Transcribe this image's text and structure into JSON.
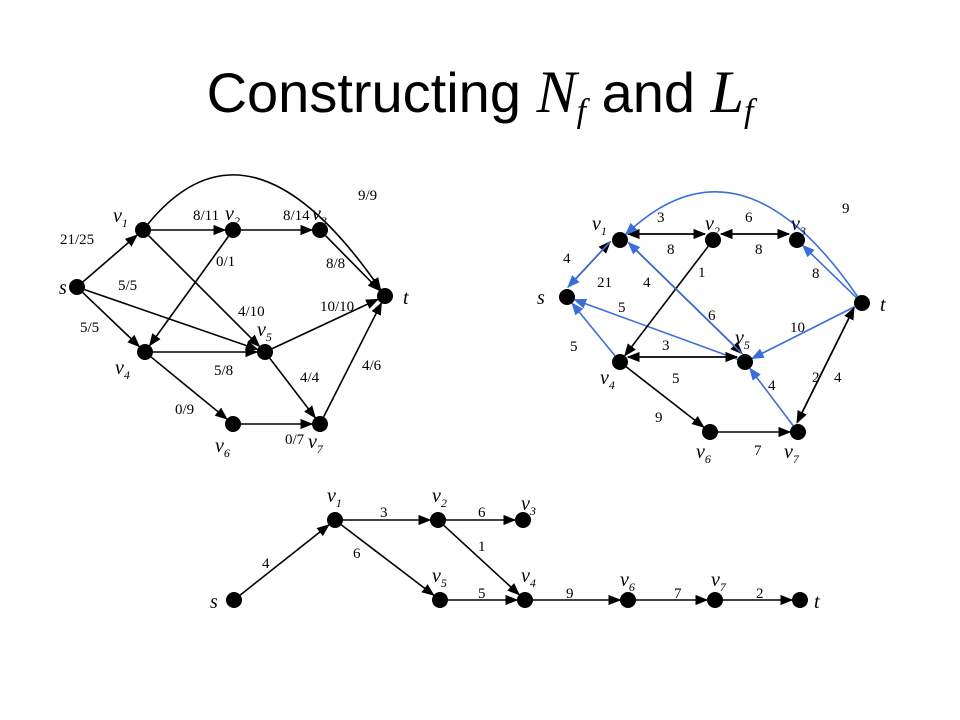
{
  "title": {
    "prefix": "Constructing ",
    "n": "N",
    "n_sub": "f",
    "mid": " and ",
    "l": "L",
    "l_sub": "f"
  },
  "graph_flow": {
    "nodes": [
      {
        "id": "s",
        "name": "s",
        "sub": ""
      },
      {
        "id": "v1",
        "name": "v",
        "sub": "1"
      },
      {
        "id": "v2",
        "name": "v",
        "sub": "2"
      },
      {
        "id": "v3",
        "name": "v",
        "sub": "3"
      },
      {
        "id": "v4",
        "name": "v",
        "sub": "4"
      },
      {
        "id": "v5",
        "name": "v",
        "sub": "5"
      },
      {
        "id": "v6",
        "name": "v",
        "sub": "6"
      },
      {
        "id": "v7",
        "name": "v",
        "sub": "7"
      },
      {
        "id": "t",
        "name": "t",
        "sub": ""
      }
    ],
    "edges": [
      {
        "from": "s",
        "to": "v1",
        "label": "21/25"
      },
      {
        "from": "s",
        "to": "v4",
        "label": "5/5"
      },
      {
        "from": "s",
        "to": "v5",
        "label": "5/5"
      },
      {
        "from": "v1",
        "to": "v2",
        "label": "8/11"
      },
      {
        "from": "v1",
        "to": "v5",
        "label": "4/10"
      },
      {
        "from": "v1",
        "to": "t",
        "label": "9/9"
      },
      {
        "from": "v2",
        "to": "v3",
        "label": "8/14"
      },
      {
        "from": "v2",
        "to": "v4",
        "label": "0/1"
      },
      {
        "from": "v3",
        "to": "t",
        "label": "8/8"
      },
      {
        "from": "v4",
        "to": "v5",
        "label": "5/8"
      },
      {
        "from": "v4",
        "to": "v6",
        "label": "0/9"
      },
      {
        "from": "v5",
        "to": "t",
        "label": "10/10"
      },
      {
        "from": "v5",
        "to": "v7",
        "label": "4/4"
      },
      {
        "from": "v6",
        "to": "v7",
        "label": "0/7"
      },
      {
        "from": "v7",
        "to": "t",
        "label": "4/6"
      }
    ]
  },
  "graph_residual": {
    "nodes": [
      {
        "id": "s",
        "name": "s",
        "sub": ""
      },
      {
        "id": "v1",
        "name": "v",
        "sub": "1"
      },
      {
        "id": "v2",
        "name": "v",
        "sub": "2"
      },
      {
        "id": "v3",
        "name": "v",
        "sub": "3"
      },
      {
        "id": "v4",
        "name": "v",
        "sub": "4"
      },
      {
        "id": "v5",
        "name": "v",
        "sub": "5"
      },
      {
        "id": "v6",
        "name": "v",
        "sub": "6"
      },
      {
        "id": "v7",
        "name": "v",
        "sub": "7"
      },
      {
        "id": "t",
        "name": "t",
        "sub": ""
      }
    ],
    "edges": [
      {
        "from": "s",
        "to": "v1",
        "label": "4",
        "color": "#000000"
      },
      {
        "from": "v1",
        "to": "s",
        "label": "21",
        "color": "#3a6fd8"
      },
      {
        "from": "v4",
        "to": "s",
        "label": "5",
        "color": "#3a6fd8"
      },
      {
        "from": "v5",
        "to": "s",
        "label": "5",
        "color": "#3a6fd8"
      },
      {
        "from": "v1",
        "to": "v2",
        "label": "3",
        "color": "#000000"
      },
      {
        "from": "v2",
        "to": "v1",
        "label": "8",
        "color": "#000000"
      },
      {
        "from": "v2",
        "to": "v3",
        "label": "6",
        "color": "#000000"
      },
      {
        "from": "v3",
        "to": "v2",
        "label": "8",
        "color": "#000000"
      },
      {
        "from": "v2",
        "to": "v4",
        "label": "1",
        "color": "#000000"
      },
      {
        "from": "v1",
        "to": "v5",
        "label": "6",
        "color": "#000000"
      },
      {
        "from": "v5",
        "to": "v1",
        "label": "4",
        "color": "#3a6fd8"
      },
      {
        "from": "t",
        "to": "v1",
        "label": "9",
        "color": "#3a6fd8"
      },
      {
        "from": "t",
        "to": "v3",
        "label": "8",
        "color": "#3a6fd8"
      },
      {
        "from": "t",
        "to": "v5",
        "label": "10",
        "color": "#3a6fd8"
      },
      {
        "from": "v4",
        "to": "v5",
        "label": "3",
        "color": "#000000"
      },
      {
        "from": "v5",
        "to": "v4",
        "label": "5",
        "color": "#000000"
      },
      {
        "from": "v4",
        "to": "v6",
        "label": "9",
        "color": "#000000"
      },
      {
        "from": "v6",
        "to": "v7",
        "label": "7",
        "color": "#000000"
      },
      {
        "from": "v7",
        "to": "v5",
        "label": "4",
        "color": "#3a6fd8"
      },
      {
        "from": "v7",
        "to": "t",
        "label": "2",
        "color": "#000000"
      },
      {
        "from": "t",
        "to": "v7",
        "label": "4",
        "color": "#000000"
      }
    ]
  },
  "graph_layered": {
    "nodes": [
      {
        "id": "s",
        "name": "s",
        "sub": ""
      },
      {
        "id": "v1",
        "name": "v",
        "sub": "1"
      },
      {
        "id": "v2",
        "name": "v",
        "sub": "2"
      },
      {
        "id": "v3",
        "name": "v",
        "sub": "3"
      },
      {
        "id": "v5",
        "name": "v",
        "sub": "5"
      },
      {
        "id": "v4",
        "name": "v",
        "sub": "4"
      },
      {
        "id": "v6",
        "name": "v",
        "sub": "6"
      },
      {
        "id": "v7",
        "name": "v",
        "sub": "7"
      },
      {
        "id": "t",
        "name": "t",
        "sub": ""
      }
    ],
    "edges": [
      {
        "from": "s",
        "to": "v1",
        "label": "4"
      },
      {
        "from": "v1",
        "to": "v2",
        "label": "3"
      },
      {
        "from": "v1",
        "to": "v5",
        "label": "6"
      },
      {
        "from": "v2",
        "to": "v3",
        "label": "6"
      },
      {
        "from": "v2",
        "to": "v4",
        "label": "1"
      },
      {
        "from": "v5",
        "to": "v4",
        "label": "5"
      },
      {
        "from": "v4",
        "to": "v6",
        "label": "9"
      },
      {
        "from": "v6",
        "to": "v7",
        "label": "7"
      },
      {
        "from": "v7",
        "to": "t",
        "label": "2"
      }
    ]
  }
}
